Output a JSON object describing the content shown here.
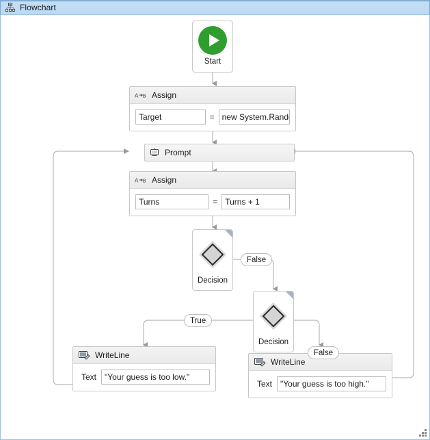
{
  "window": {
    "title": "Flowchart",
    "title_icon": "flowchart-hierarchy-icon",
    "accent_color": "#bcdaf4",
    "border_color": "#9ebfdc",
    "canvas_color": "#ffffff"
  },
  "diagram": {
    "type": "workflow-flowchart",
    "nodes": [
      {
        "id": "start",
        "kind": "start",
        "label": "Start",
        "icon": "green-play-circle-icon",
        "color": "#2f9e2f"
      },
      {
        "id": "assign-target",
        "kind": "assign",
        "title": "Assign",
        "icon": "assign-a-to-b-icon",
        "left_value": "Target",
        "operator": "=",
        "right_value": "new System.Randor"
      },
      {
        "id": "prompt",
        "kind": "prompt",
        "title": "Prompt",
        "icon": "console-monitor-icon"
      },
      {
        "id": "assign-turns",
        "kind": "assign",
        "title": "Assign",
        "icon": "assign-a-to-b-icon",
        "left_value": "Turns",
        "operator": "=",
        "right_value": "Turns + 1"
      },
      {
        "id": "decision-1",
        "kind": "decision",
        "label": "Decision",
        "icon": "diamond-decision-icon"
      },
      {
        "id": "decision-2",
        "kind": "decision",
        "label": "Decision",
        "icon": "diamond-decision-icon"
      },
      {
        "id": "writeline-low",
        "kind": "writeline",
        "title": "WriteLine",
        "icon": "console-writeline-icon",
        "field_label": "Text",
        "field_value": "\"Your guess is too low.\""
      },
      {
        "id": "writeline-high",
        "kind": "writeline",
        "title": "WriteLine",
        "icon": "console-writeline-icon",
        "field_label": "Text",
        "field_value": "\"Your guess is too high.\""
      }
    ],
    "edge_labels": {
      "decision1_false": "False",
      "decision2_true": "True",
      "decision2_false": "False"
    },
    "edges": [
      {
        "from": "start",
        "to": "assign-target",
        "label": ""
      },
      {
        "from": "assign-target",
        "to": "prompt",
        "label": ""
      },
      {
        "from": "prompt",
        "to": "assign-turns",
        "label": ""
      },
      {
        "from": "assign-turns",
        "to": "decision-1",
        "label": ""
      },
      {
        "from": "decision-1",
        "to": "decision-2",
        "label": "False"
      },
      {
        "from": "decision-2",
        "to": "writeline-low",
        "label": "True"
      },
      {
        "from": "decision-2",
        "to": "writeline-high",
        "label": "False"
      },
      {
        "from": "writeline-low",
        "to": "prompt",
        "label": ""
      },
      {
        "from": "writeline-high",
        "to": "prompt",
        "label": ""
      }
    ]
  },
  "grip": {
    "name": "resize-grip"
  }
}
